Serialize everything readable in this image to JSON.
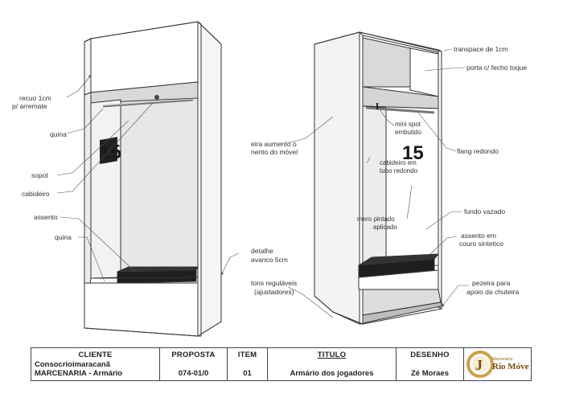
{
  "labels": {
    "recuo": "recuo 1cm",
    "arremate": "p/ arremate",
    "quina_top": "quina",
    "sopot": "sopot",
    "cabideiro_left": "cabideiro",
    "assento": "assento",
    "quina_bottom": "quina",
    "detalhe": "detalhe",
    "avanco": "avanco 5cm",
    "transpace": "transpace de 1cm",
    "porta": "porta c/ fecho toque",
    "mini_spot_1": "mini spot",
    "mini_spot_2": "embutido",
    "flang": "flang redondo",
    "eira_1": "eira aumento o",
    "eira_2": "nento do móvel",
    "cabideiro_tubo_1": "cabideiro em",
    "cabideiro_tubo_2": "tubo redondo",
    "fundo": "fundo vazado",
    "numero_1": "mero pintado",
    "numero_2": "aplicado",
    "couro_1": "assento em",
    "couro_2": "couro sintetico",
    "pes_1": "tons reguláveis",
    "pes_2": "(ajustadores)",
    "pezeira_1": "pezeira para",
    "pezeira_2": "apoio da chuteira"
  },
  "jersey_number": "15",
  "title_block": {
    "cliente_header": "CLIENTE",
    "cliente_line1": "Consocrioimaracanã",
    "cliente_line2": "MARCENARIA - Armário",
    "proposta_header": "PROPOSTA",
    "proposta_value": "074-01/0",
    "item_header": "ITEM",
    "item_value": "01",
    "titulo_header": "TITULO",
    "titulo_value": "Armário dos jogadores",
    "desenho_header": "DESENHO",
    "desenho_value": "Zé Moraes",
    "logo_small": "Marcenaria",
    "logo_name": "Rio Móveis"
  },
  "colors": {
    "panel": "#ffffff",
    "inner": "#e6e6e6",
    "dark": "#222222",
    "logo_brown": "#7a4a12",
    "logo_gold": "#c9a24a"
  }
}
